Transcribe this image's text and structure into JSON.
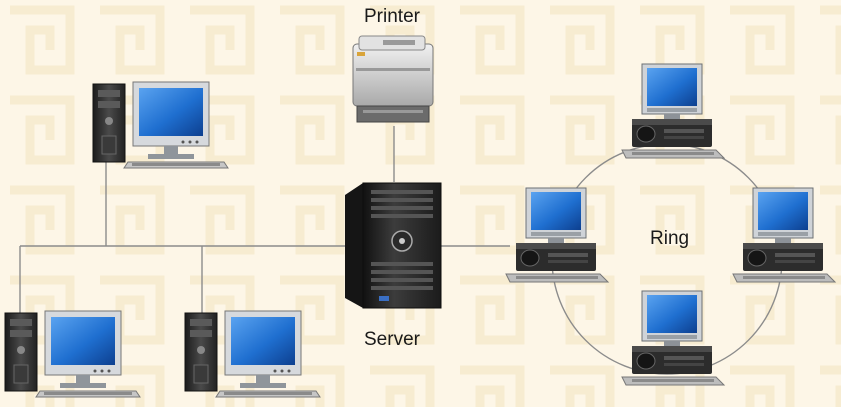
{
  "labels": {
    "printer": "Printer",
    "server": "Server",
    "ring": "Ring"
  },
  "colors": {
    "background": "#fdf6e7",
    "background_pattern": "#f6ebcf",
    "connection_line": "#8c8c8c",
    "screen_blue": "#1f6fd0",
    "tower_dark": "#2e2e2e",
    "printer_body": "#cfcfcf"
  },
  "nodes": {
    "bus_computers": [
      "desktop-tower-pc",
      "desktop-tower-pc",
      "desktop-tower-pc"
    ],
    "ring_computers": [
      "flat-desktop-pc",
      "flat-desktop-pc",
      "flat-desktop-pc",
      "flat-desktop-pc"
    ],
    "server": "tower-server",
    "printer": "laser-printer"
  }
}
